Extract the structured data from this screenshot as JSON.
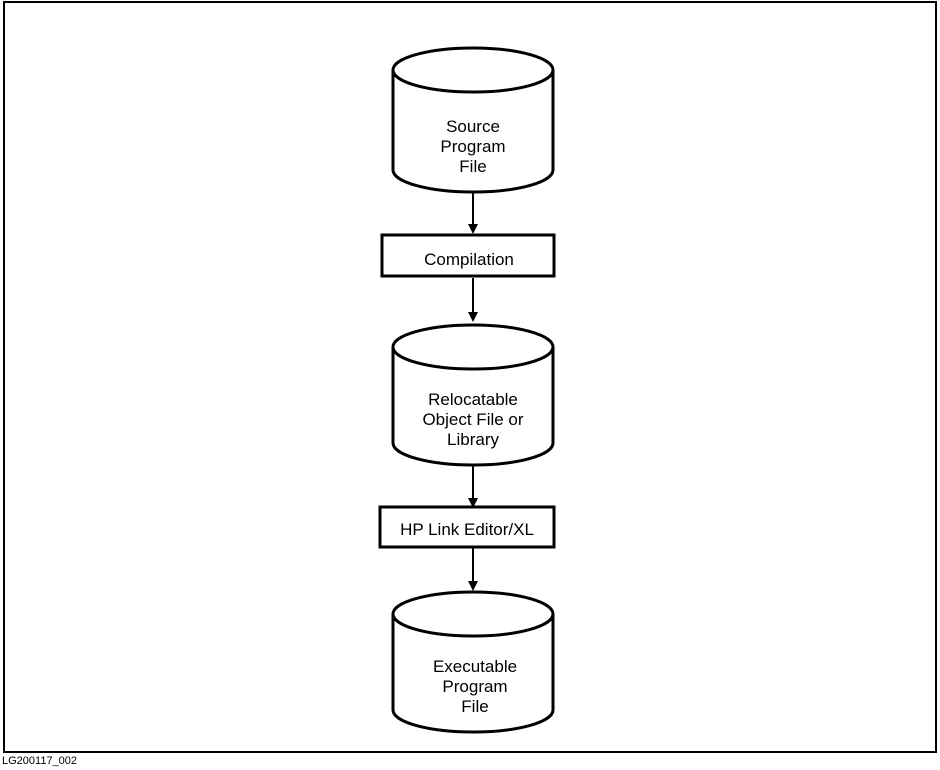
{
  "diagram": {
    "nodes": [
      {
        "id": "source",
        "shape": "cylinder",
        "lines": [
          "Source",
          "Program",
          "File"
        ]
      },
      {
        "id": "compilation",
        "shape": "box",
        "lines": [
          "Compilation"
        ]
      },
      {
        "id": "object",
        "shape": "cylinder",
        "lines": [
          "Relocatable",
          "Object File or",
          "Library"
        ]
      },
      {
        "id": "linker",
        "shape": "box",
        "lines": [
          "HP Link Editor/XL"
        ]
      },
      {
        "id": "executable",
        "shape": "cylinder",
        "lines": [
          "Executable",
          "Program",
          "File"
        ]
      }
    ],
    "edges": [
      {
        "from": "source",
        "to": "compilation"
      },
      {
        "from": "compilation",
        "to": "object"
      },
      {
        "from": "object",
        "to": "linker"
      },
      {
        "from": "linker",
        "to": "executable"
      }
    ]
  },
  "figure_id": "LG200117_002"
}
